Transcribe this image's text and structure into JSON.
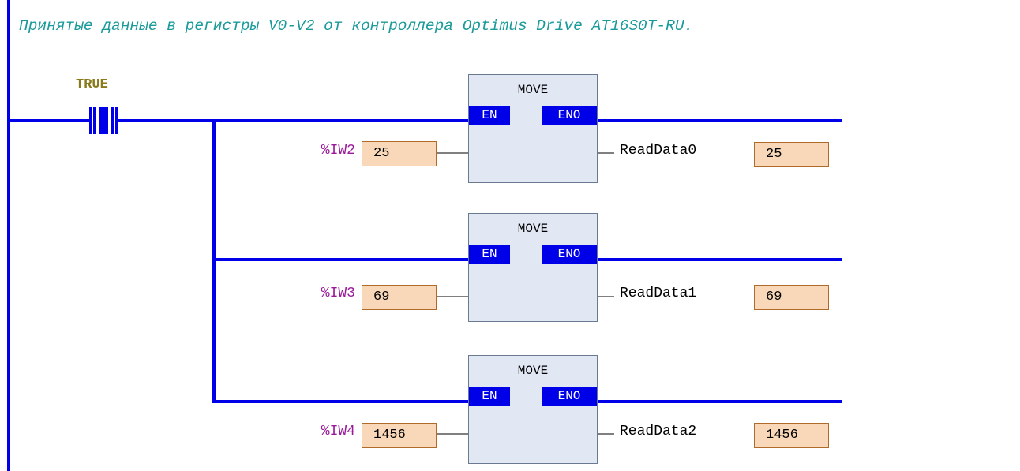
{
  "comment": "Принятые данные в регистры V0-V2 от контроллера Optimus Drive AT16S0T-RU.",
  "contact": {
    "label": "TRUE"
  },
  "colors": {
    "wire": "#0000e8",
    "comment": "#1a9a9a",
    "input_var": "#9a1a9a",
    "value_fill": "#f8d8b8",
    "block_fill": "#e1e8f4"
  },
  "blocks": [
    {
      "title": "MOVE",
      "en": "EN",
      "eno": "ENO",
      "input_var": "%IW2",
      "input_value": "25",
      "output_var": "ReadData0",
      "output_value": "25"
    },
    {
      "title": "MOVE",
      "en": "EN",
      "eno": "ENO",
      "input_var": "%IW3",
      "input_value": "69",
      "output_var": "ReadData1",
      "output_value": "69"
    },
    {
      "title": "MOVE",
      "en": "EN",
      "eno": "ENO",
      "input_var": "%IW4",
      "input_value": "1456",
      "output_var": "ReadData2",
      "output_value": "1456"
    }
  ]
}
